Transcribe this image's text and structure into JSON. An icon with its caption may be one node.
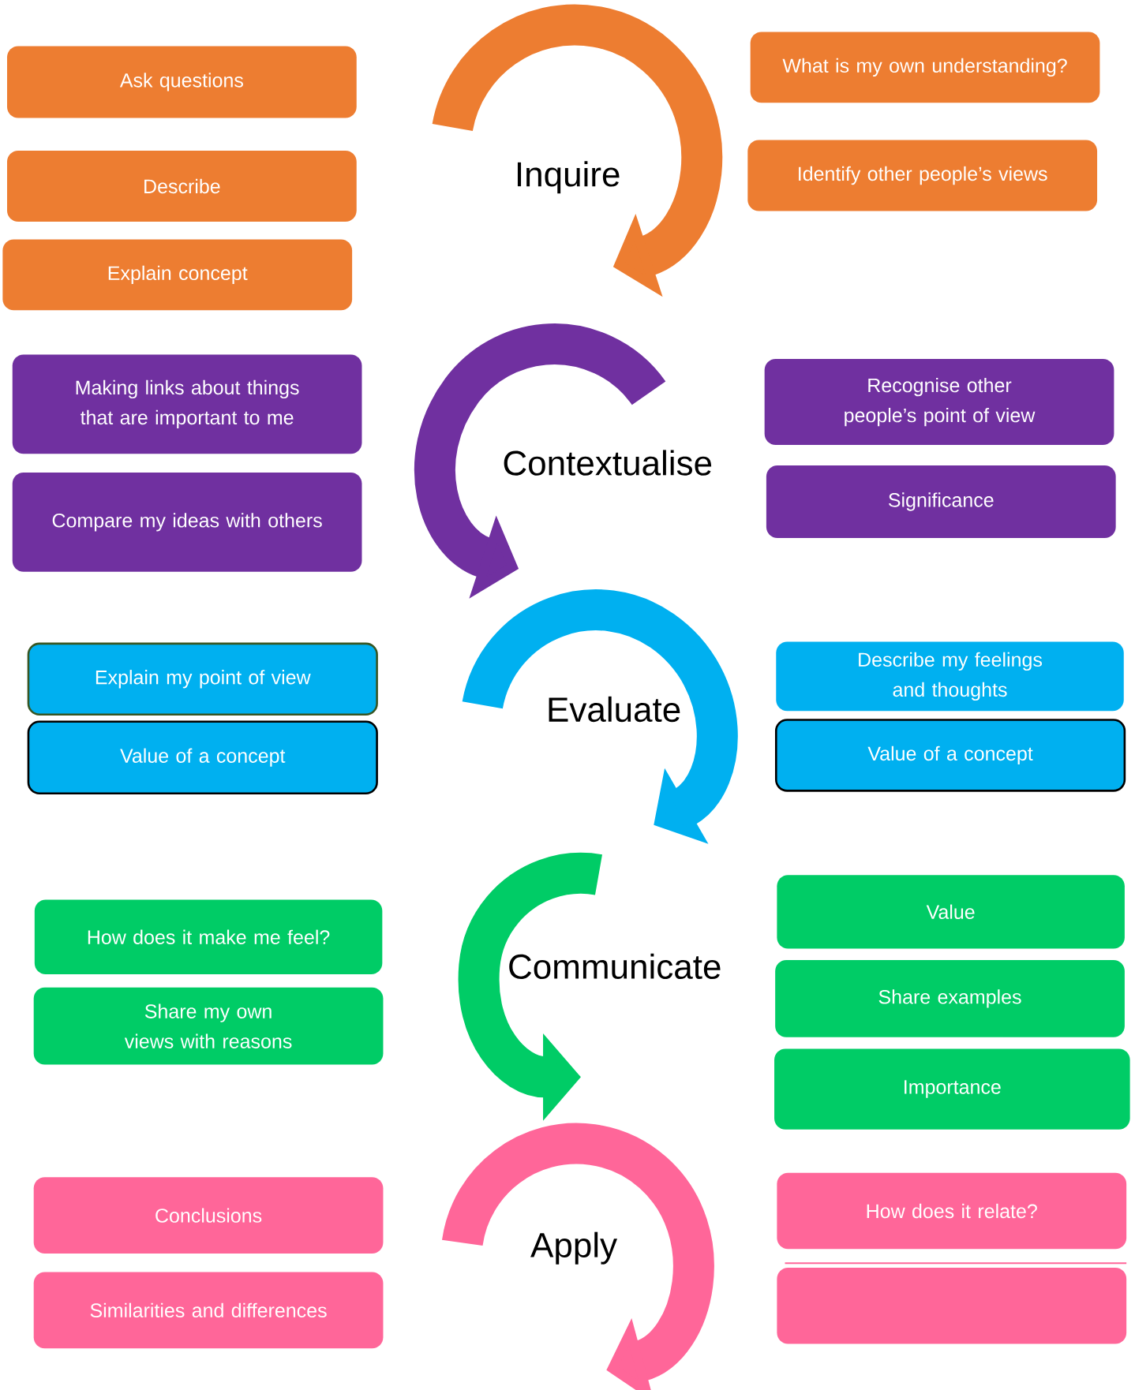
{
  "diagram": {
    "nodes": [
      {
        "text": [
          "Ask questions"
        ]
      },
      {
        "text": [
          "Describe"
        ]
      },
      {
        "text": [
          "Explain concept"
        ]
      },
      {
        "text": [
          "Inquire"
        ]
      },
      {
        "text": [
          "What is my own understanding?"
        ]
      },
      {
        "text": [
          "Identify other people’s views"
        ]
      },
      {
        "text": [
          "Making links about things that are important to me"
        ]
      },
      {
        "text": [
          "Compare my ideas with others"
        ]
      },
      {
        "text": [
          "Contextualise"
        ]
      },
      {
        "text": [
          "Recognise other people’s point of view"
        ]
      },
      {
        "text": [
          "Significance"
        ]
      },
      {
        "text": [
          "Explain my point of view"
        ]
      },
      {
        "text": [
          "Value of a concept"
        ]
      },
      {
        "text": [
          "Evaluate"
        ]
      },
      {
        "text": [
          "Describe my feelings and thoughts"
        ]
      },
      {
        "text": [
          "Value of a concept"
        ]
      },
      {
        "text": [
          "How does it make me feel?"
        ]
      },
      {
        "text": [
          "Share my own views with reasons"
        ]
      },
      {
        "text": [
          "Communicate"
        ]
      },
      {
        "text": [
          "Value"
        ]
      },
      {
        "text": [
          "Share examples"
        ]
      },
      {
        "text": [
          "Importance"
        ]
      },
      {
        "text": [
          "Conclusions"
        ]
      },
      {
        "text": [
          "Similarities and differences"
        ]
      },
      {
        "text": [
          "Apply"
        ]
      },
      {
        "text": [
          "How does it relate?"
        ]
      },
      {
        "text": [],
        "shape": "box"
      }
    ],
    "edges": [
      {
        "from": null,
        "to": 3,
        "arrow": "to",
        "color": "#ed7d31"
      },
      {
        "from": null,
        "to": 8,
        "arrow": "to",
        "color": "#7030a0"
      },
      {
        "from": null,
        "to": 13,
        "arrow": "to",
        "color": "#00b0f0"
      },
      {
        "from": null,
        "to": 18,
        "arrow": "to",
        "color": "#00cc66"
      },
      {
        "from": null,
        "to": 24,
        "arrow": "to",
        "color": "#ff6699"
      }
    ]
  }
}
